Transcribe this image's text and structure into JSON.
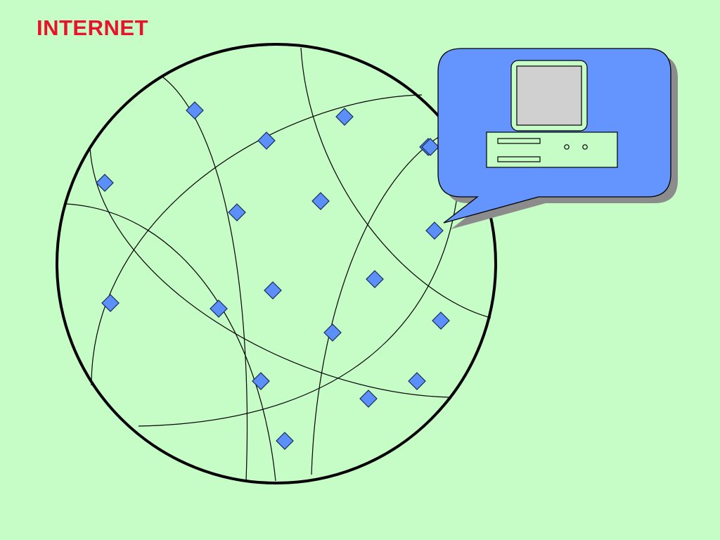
{
  "title": "INTERNET",
  "colors": {
    "background": "#c6fcc6",
    "title": "#e8132b",
    "node_fill": "#5b8ff9",
    "callout_fill": "#6495ff",
    "callout_shadow": "#8c8c8c",
    "computer_body": "#c6fcc6",
    "screen": "#d0d0d0"
  },
  "network": {
    "node_count": 20,
    "node_shape": "diamond",
    "node_icon": "network-node-icon"
  },
  "callout": {
    "icon": "desktop-computer-icon",
    "points_to": "network-node"
  }
}
